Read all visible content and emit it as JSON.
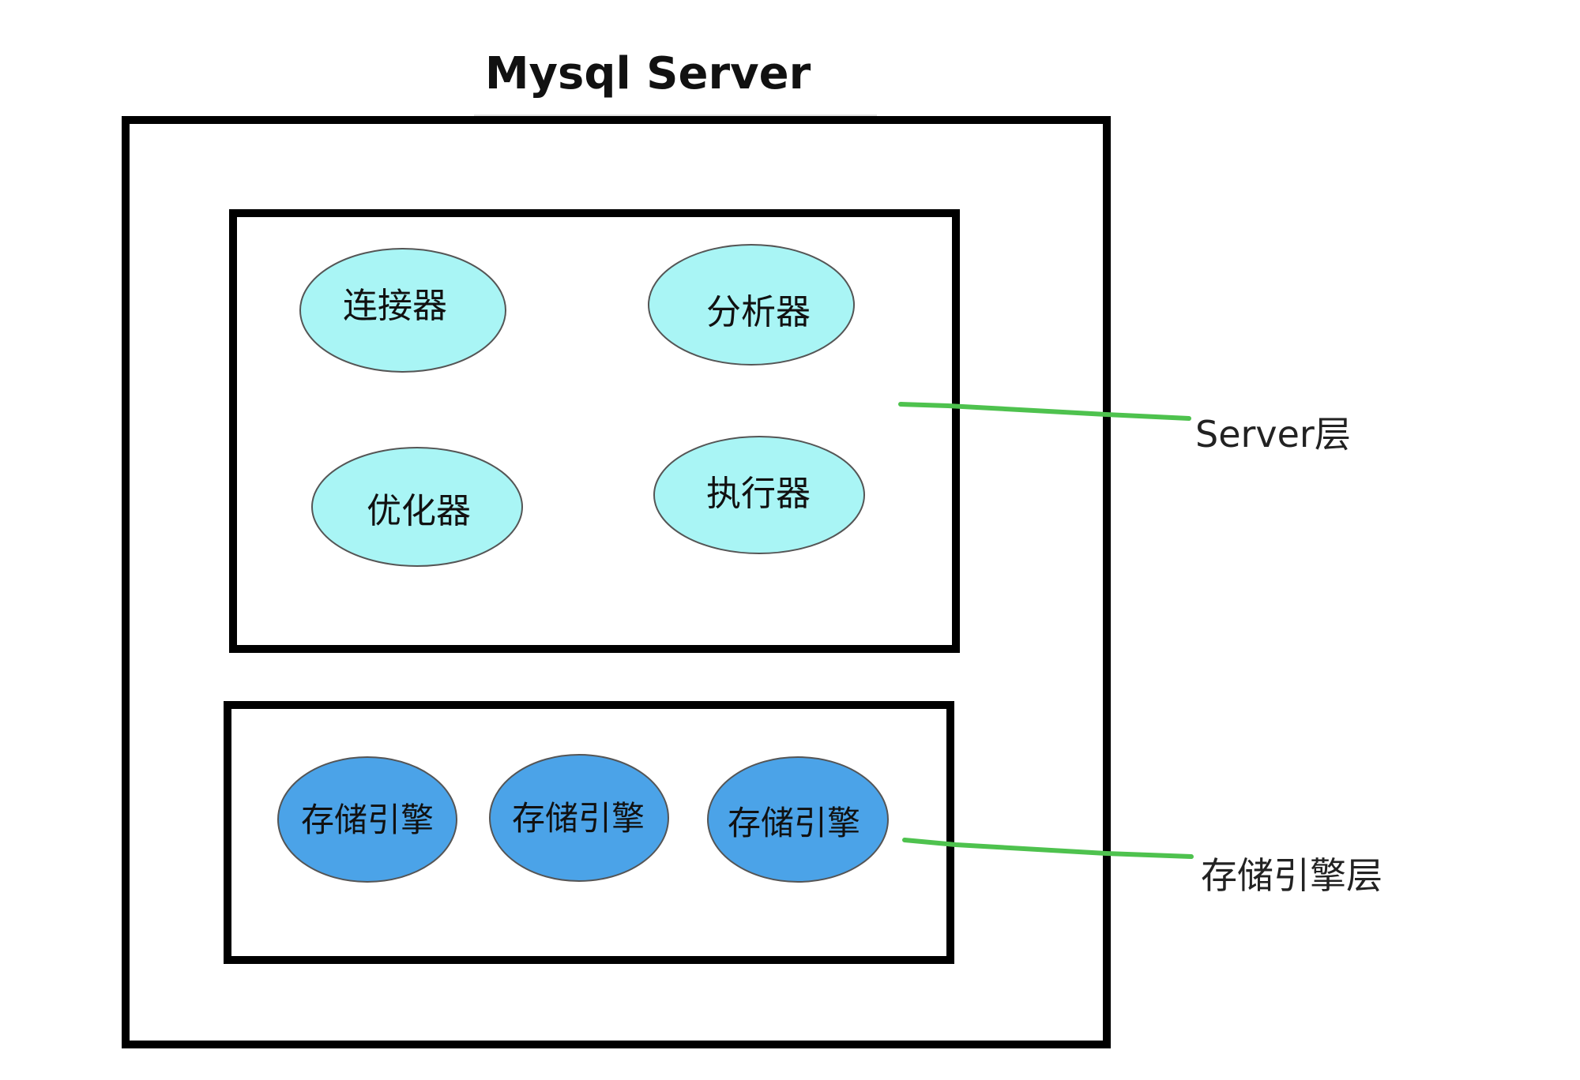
{
  "title": "Mysql Server",
  "colors": {
    "server_node_fill": "#a9f5f5",
    "engine_node_fill": "#4ba3e8",
    "connector_line": "#4ec24e",
    "box_stroke": "#000000"
  },
  "server_layer": {
    "label": "Server层",
    "nodes": [
      "连接器",
      "分析器",
      "优化器",
      "执行器"
    ]
  },
  "storage_layer": {
    "label": "存储引擎层",
    "nodes": [
      "存储引擎",
      "存储引擎",
      "存储引擎"
    ]
  }
}
